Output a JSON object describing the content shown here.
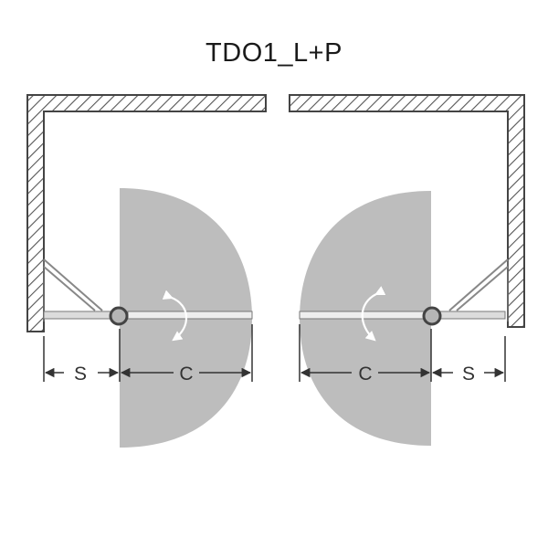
{
  "diagram": {
    "title": "TDO1_L+P",
    "labels": {
      "left_s": "S",
      "left_c": "C",
      "right_c": "C",
      "right_s": "S"
    },
    "colors": {
      "wall_stroke": "#444444",
      "hatch": "#555555",
      "swing_area": "#bdbdbd",
      "door_panel": "#9a9a9a",
      "hinge_fill": "#b5b5b5",
      "dimension": "#333333"
    }
  }
}
